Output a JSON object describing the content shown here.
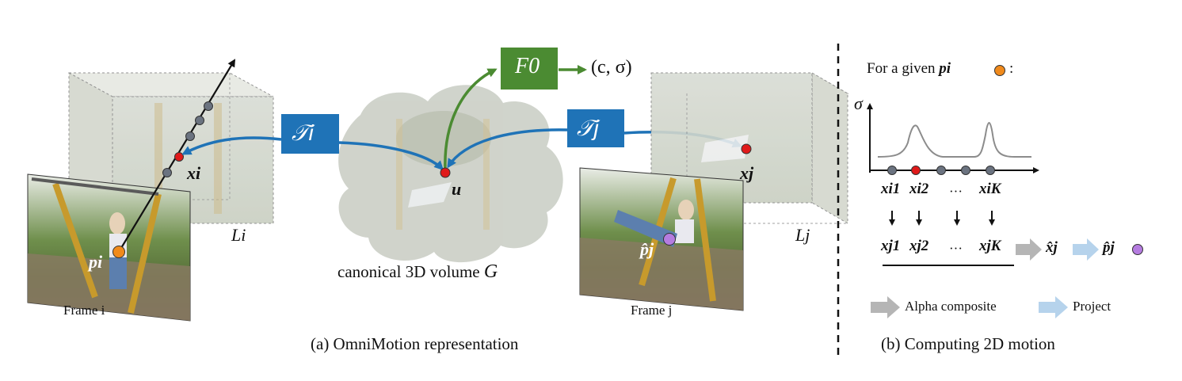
{
  "colors": {
    "blue": "#1f73b7",
    "green": "#4b8b32",
    "red": "#e01a1a",
    "orange": "#f08a1c",
    "purple": "#b57ce0",
    "gray_point": "#6b7380",
    "alpha_arrow": "#b5b5b5",
    "project_arrow": "#b6d3ec"
  },
  "icons": {
    "frame_i": "swing-photo-frame-i",
    "frame_j": "swing-photo-frame-j",
    "canonical": "cloud-volume"
  },
  "left": {
    "T_i": "𝒯i",
    "T_j": "𝒯j",
    "F0": "F0",
    "output": "(c, σ)",
    "x_i": "xi",
    "x_j": "xj",
    "u": "u",
    "p_i": "pi",
    "p_j_hat": "p̂j",
    "L_i": "Li",
    "L_j": "Lj",
    "canonical_label": "canonical 3D volume",
    "canonical_G": "G",
    "frame_i_label": "Frame i",
    "frame_j_label": "Frame j",
    "caption": "(a) OmniMotion representation"
  },
  "right": {
    "given_text": "For a given",
    "given_p": "pi",
    "given_colon": ":",
    "sigma": "σ",
    "xi_labels": [
      "xi1",
      "xi2",
      "···",
      "xiK"
    ],
    "xj_labels": [
      "xj1",
      "xj2",
      "···",
      "xjK"
    ],
    "x_hat": "x̂j",
    "p_hat": "p̂j",
    "legend_alpha": "Alpha composite",
    "legend_project": "Project",
    "caption": "(b) Computing 2D motion"
  }
}
